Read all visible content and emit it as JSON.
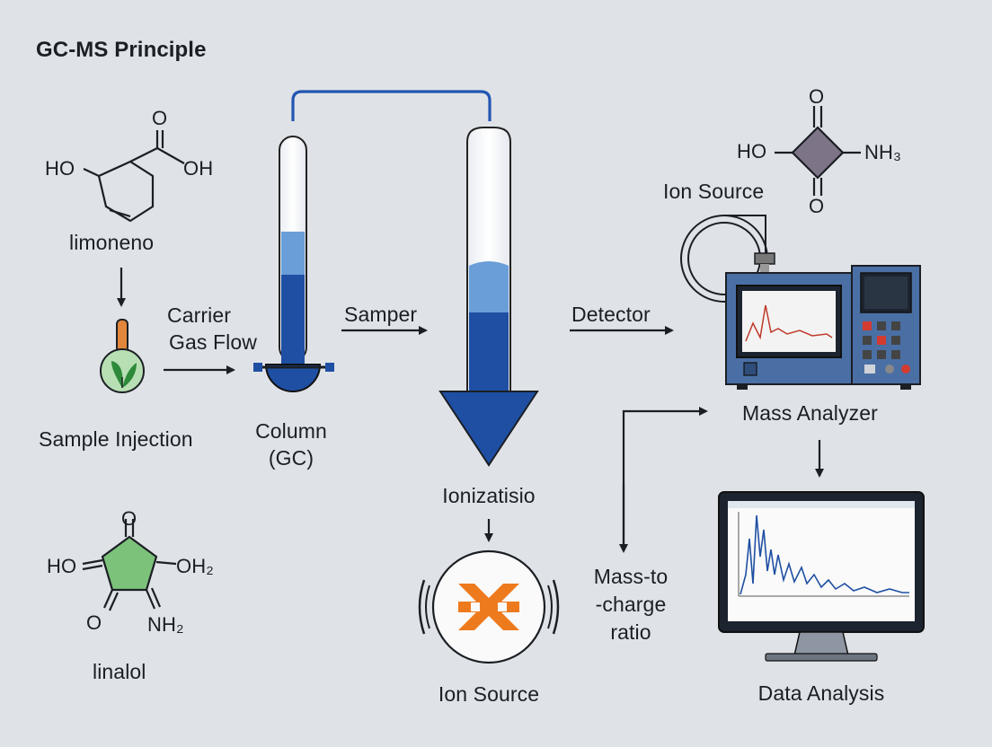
{
  "title": "GC-MS Principle",
  "molecules": {
    "top_left": {
      "name": "limoneno",
      "atoms": {
        "o_top": "O",
        "oh_left": "HO",
        "oh_right": "OH"
      }
    },
    "bottom_left": {
      "name": "linalol",
      "atoms": {
        "o_top": "O",
        "ho_left": "HO",
        "oh2_right": "OH₂",
        "o_bottom": "O",
        "nh2_bottom": "NH₂"
      }
    },
    "top_right": {
      "atoms": {
        "o_top": "O",
        "ho_left": "HO",
        "nh3_right": "NH₃",
        "o_bottom": "O"
      }
    }
  },
  "stages": {
    "sample_injection": "Sample Injection",
    "carrier_gas_line1": "Carrier",
    "carrier_gas_line2": "Gas Flow",
    "column_line1": "Column",
    "column_line2": "(GC)",
    "samper": "Samper",
    "ionizatisio": "Ionizatisio",
    "ion_source_bottom": "Ion Source",
    "detector": "Detector",
    "ion_source_top": "Ion Source",
    "mass_analyzer": "Mass Analyzer",
    "mass_to_line1": "Mass-to",
    "mass_to_line2": "-charge",
    "mass_to_line3": "ratio",
    "data_analysis": "Data Analysis"
  },
  "colors": {
    "background": "#dfe2e6",
    "column_blue": "#1f4fa3",
    "light_blue": "#6a9ed8",
    "ion_orange": "#ee7a1e",
    "leaf_green": "#7cc27a",
    "instrument_blue": "#4a6fa5",
    "diamond_purple": "#7e7488"
  }
}
